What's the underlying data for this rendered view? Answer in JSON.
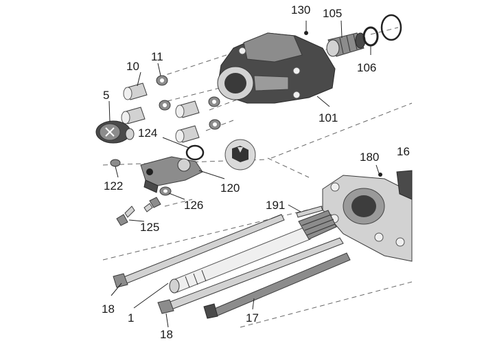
{
  "callouts": {
    "p130": "130",
    "p105": "105",
    "p10": "10",
    "p11": "11",
    "p5": "5",
    "p106": "106",
    "p101": "101",
    "p124": "124",
    "p180": "180",
    "p16": "16",
    "p122": "122",
    "p120": "120",
    "p126": "126",
    "p191": "191",
    "p125": "125",
    "p18a": "18",
    "p1": "1",
    "p17": "17",
    "p18b": "18"
  }
}
